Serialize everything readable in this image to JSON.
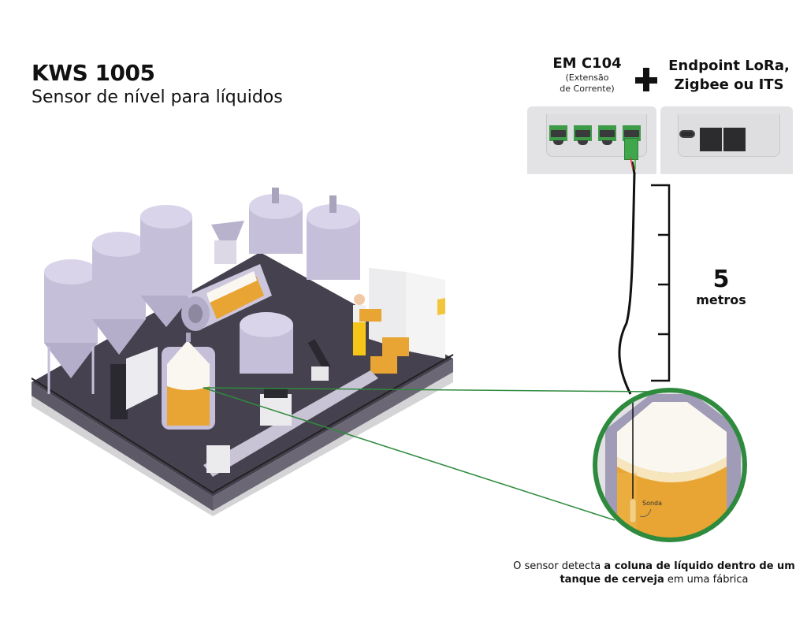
{
  "header": {
    "product_code": "KWS 1005",
    "product_description": "Sensor de nível para líquidos"
  },
  "devices": {
    "extension": {
      "name": "EM C104",
      "description_line1": "(Extensão",
      "description_line2": "de Corrente)",
      "terminal_count": 4
    },
    "plus_symbol": "plus-icon",
    "endpoint": {
      "line1": "Endpoint LoRa,",
      "line2": "Zigbee ou ITS",
      "ports": [
        "usb-port",
        "rj45-port",
        "rj45-port"
      ]
    }
  },
  "cable_scale": {
    "value": "5",
    "unit": "metros"
  },
  "magnifier": {
    "probe_label": "Sonda"
  },
  "caption": {
    "part1": "O sensor detecta ",
    "bold1": "a coluna de líquido dentro de um tanque de cerveja",
    "part2": " em uma fábrica"
  },
  "colors": {
    "accent_green": "#2e8b3e",
    "terminal_green": "#3d9b47",
    "beer": "#e8a534",
    "foam": "#faf7f0",
    "tank_steel": "#c9c3dc",
    "floor": "#46414f"
  }
}
